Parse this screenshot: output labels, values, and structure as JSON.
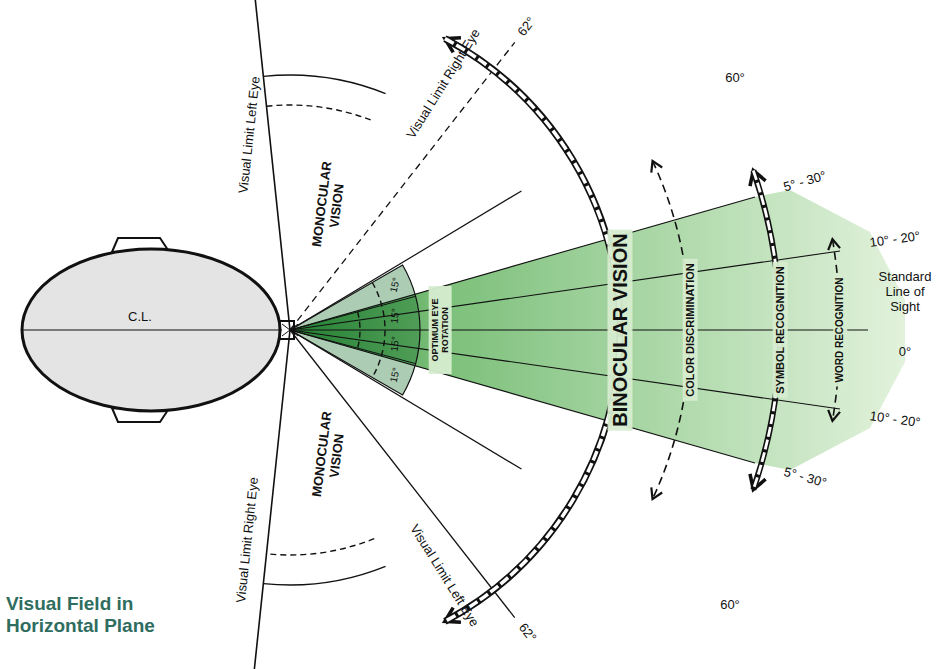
{
  "diagram": {
    "title": "Visual Field in Horizontal Plane",
    "nodes": [
      {
        "text": [
          "C.L."
        ]
      }
    ],
    "labels": [
      "Visual Limit Left Eye",
      "Visual Limit Right Eye",
      "62°",
      "MONOCULAR VISION",
      "60°",
      "5° - 30°",
      "10° - 20°",
      "Standard Line of Sight",
      "0°",
      "10° - 20°",
      "5° - 30°",
      "60°",
      "BINOCULAR VISION",
      "COLOR DISCRIMINATION",
      "SYMBOL RECOGNITION",
      "WORD RECOGNITION",
      "OPTIMUM EYE ROTATION",
      "15°",
      "15°",
      "15°",
      "15°",
      "MONOCULAR VISION",
      "Visual Limit Right Eye",
      "Visual Limit Left Eye",
      "62°"
    ]
  }
}
